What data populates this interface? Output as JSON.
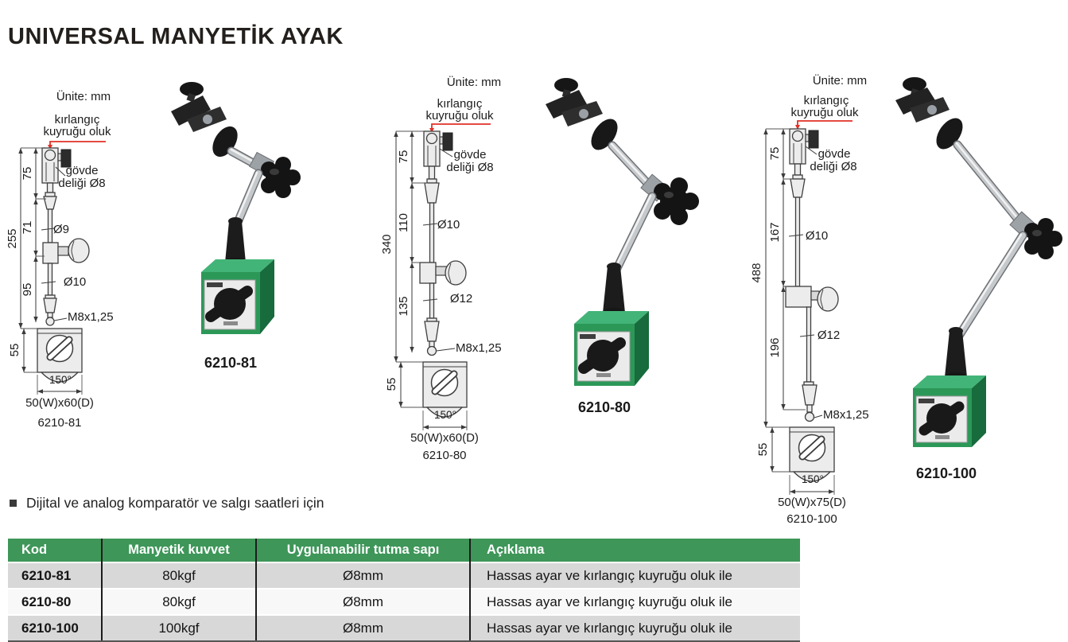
{
  "page": {
    "title": "UNIVERSAL MANYETİK AYAK"
  },
  "bullet": "Dijital ve analog komparatör ve salgı saatleri için",
  "diagrams": [
    {
      "unit": "Ünite: mm",
      "callout_top_line1": "kırlangıç",
      "callout_top_line2": "kuyruğu oluk",
      "callout_body_line1": "gövde",
      "callout_body_line2": "deliği Ø8",
      "total": "255",
      "seg1": "75",
      "seg2": "71",
      "seg3": "95",
      "dia1": "Ø9",
      "dia2": "Ø10",
      "thread": "M8x1,25",
      "base_h": "55",
      "angle": "150°",
      "base_size": "50(W)x60(D)",
      "code": "6210-81"
    },
    {
      "unit": "Ünite: mm",
      "callout_top_line1": "kırlangıç",
      "callout_top_line2": "kuyruğu oluk",
      "callout_body_line1": "gövde",
      "callout_body_line2": "deliği Ø8",
      "total": "340",
      "seg1": "75",
      "seg2": "110",
      "seg3": "135",
      "dia1": "Ø10",
      "dia2": "Ø12",
      "thread": "M8x1,25",
      "base_h": "55",
      "angle": "150°",
      "base_size": "50(W)x60(D)",
      "code": "6210-80"
    },
    {
      "unit": "Ünite: mm",
      "callout_top_line1": "kırlangıç",
      "callout_top_line2": "kuyruğu oluk",
      "callout_body_line1": "gövde",
      "callout_body_line2": "deliği Ø8",
      "total": "488",
      "seg1": "75",
      "seg2": "167",
      "seg3": "196",
      "dia1": "Ø10",
      "dia2": "Ø12",
      "thread": "M8x1,25",
      "base_h": "55",
      "angle": "150°",
      "base_size": "50(W)x75(D)",
      "code": "6210-100"
    }
  ],
  "photos": [
    {
      "code": "6210-81"
    },
    {
      "code": "6210-80"
    },
    {
      "code": "6210-100"
    }
  ],
  "table": {
    "headers": [
      "Kod",
      "Manyetik kuvvet",
      "Uygulanabilir tutma sapı",
      "Açıklama"
    ],
    "rows": [
      [
        "6210-81",
        "80kgf",
        "Ø8mm",
        "Hassas ayar ve kırlangıç kuyruğu oluk ile"
      ],
      [
        "6210-80",
        "80kgf",
        "Ø8mm",
        "Hassas ayar ve kırlangıç kuyruğu oluk ile"
      ],
      [
        "6210-100",
        "100kgf",
        "Ø8mm",
        "Hassas ayar ve kırlangıç kuyruğu oluk ile"
      ]
    ]
  },
  "colors": {
    "table_header_green": "#3E9659",
    "row_alt_gray": "#D8D8D8",
    "row_light": "#F8F8F8",
    "leader_red": "#E03127",
    "base_green": "#2C9858"
  }
}
